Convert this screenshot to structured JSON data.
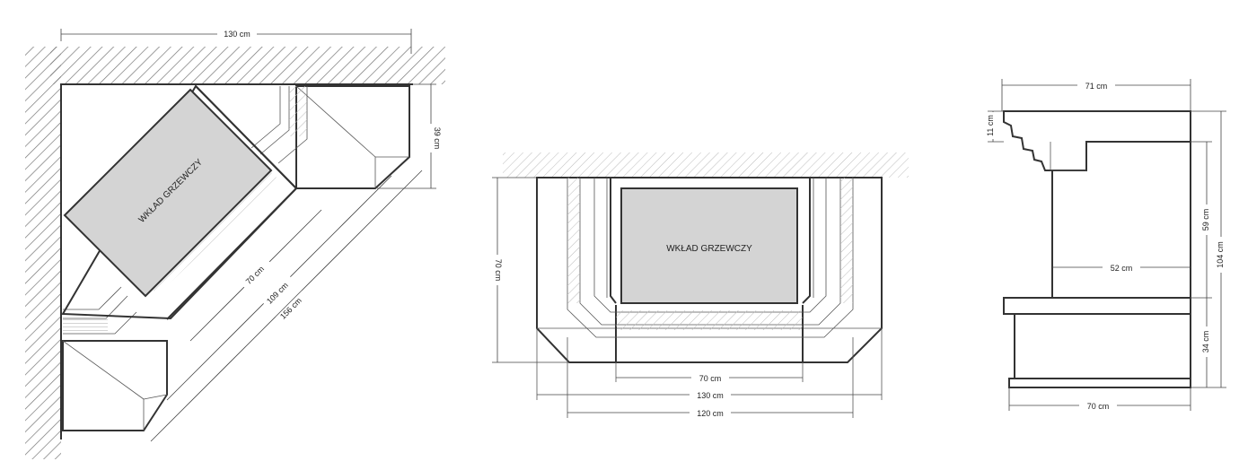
{
  "colors": {
    "line": "#333333",
    "insert_fill": "#d4d4d4",
    "hatch": "#777777",
    "background": "#ffffff"
  },
  "views": {
    "corner": {
      "dim_top": "130 cm",
      "dim_right": "39 cm",
      "dim_inner": "70 cm",
      "dim_mid": "109 cm",
      "dim_outer": "156 cm",
      "insert_label": "WKŁAD GRZEWCZY"
    },
    "front": {
      "dim_height": "70 cm",
      "dim_inner": "70 cm",
      "dim_total": "130 cm",
      "dim_base": "120 cm",
      "insert_label": "WKŁAD GRZEWCZY"
    },
    "side": {
      "dim_top": "71 cm",
      "dim_cap": "11 cm",
      "dim_upper": "59 cm",
      "dim_total": "104 cm",
      "dim_depth": "52 cm",
      "dim_lower": "34 cm",
      "dim_bottom": "70 cm"
    }
  }
}
